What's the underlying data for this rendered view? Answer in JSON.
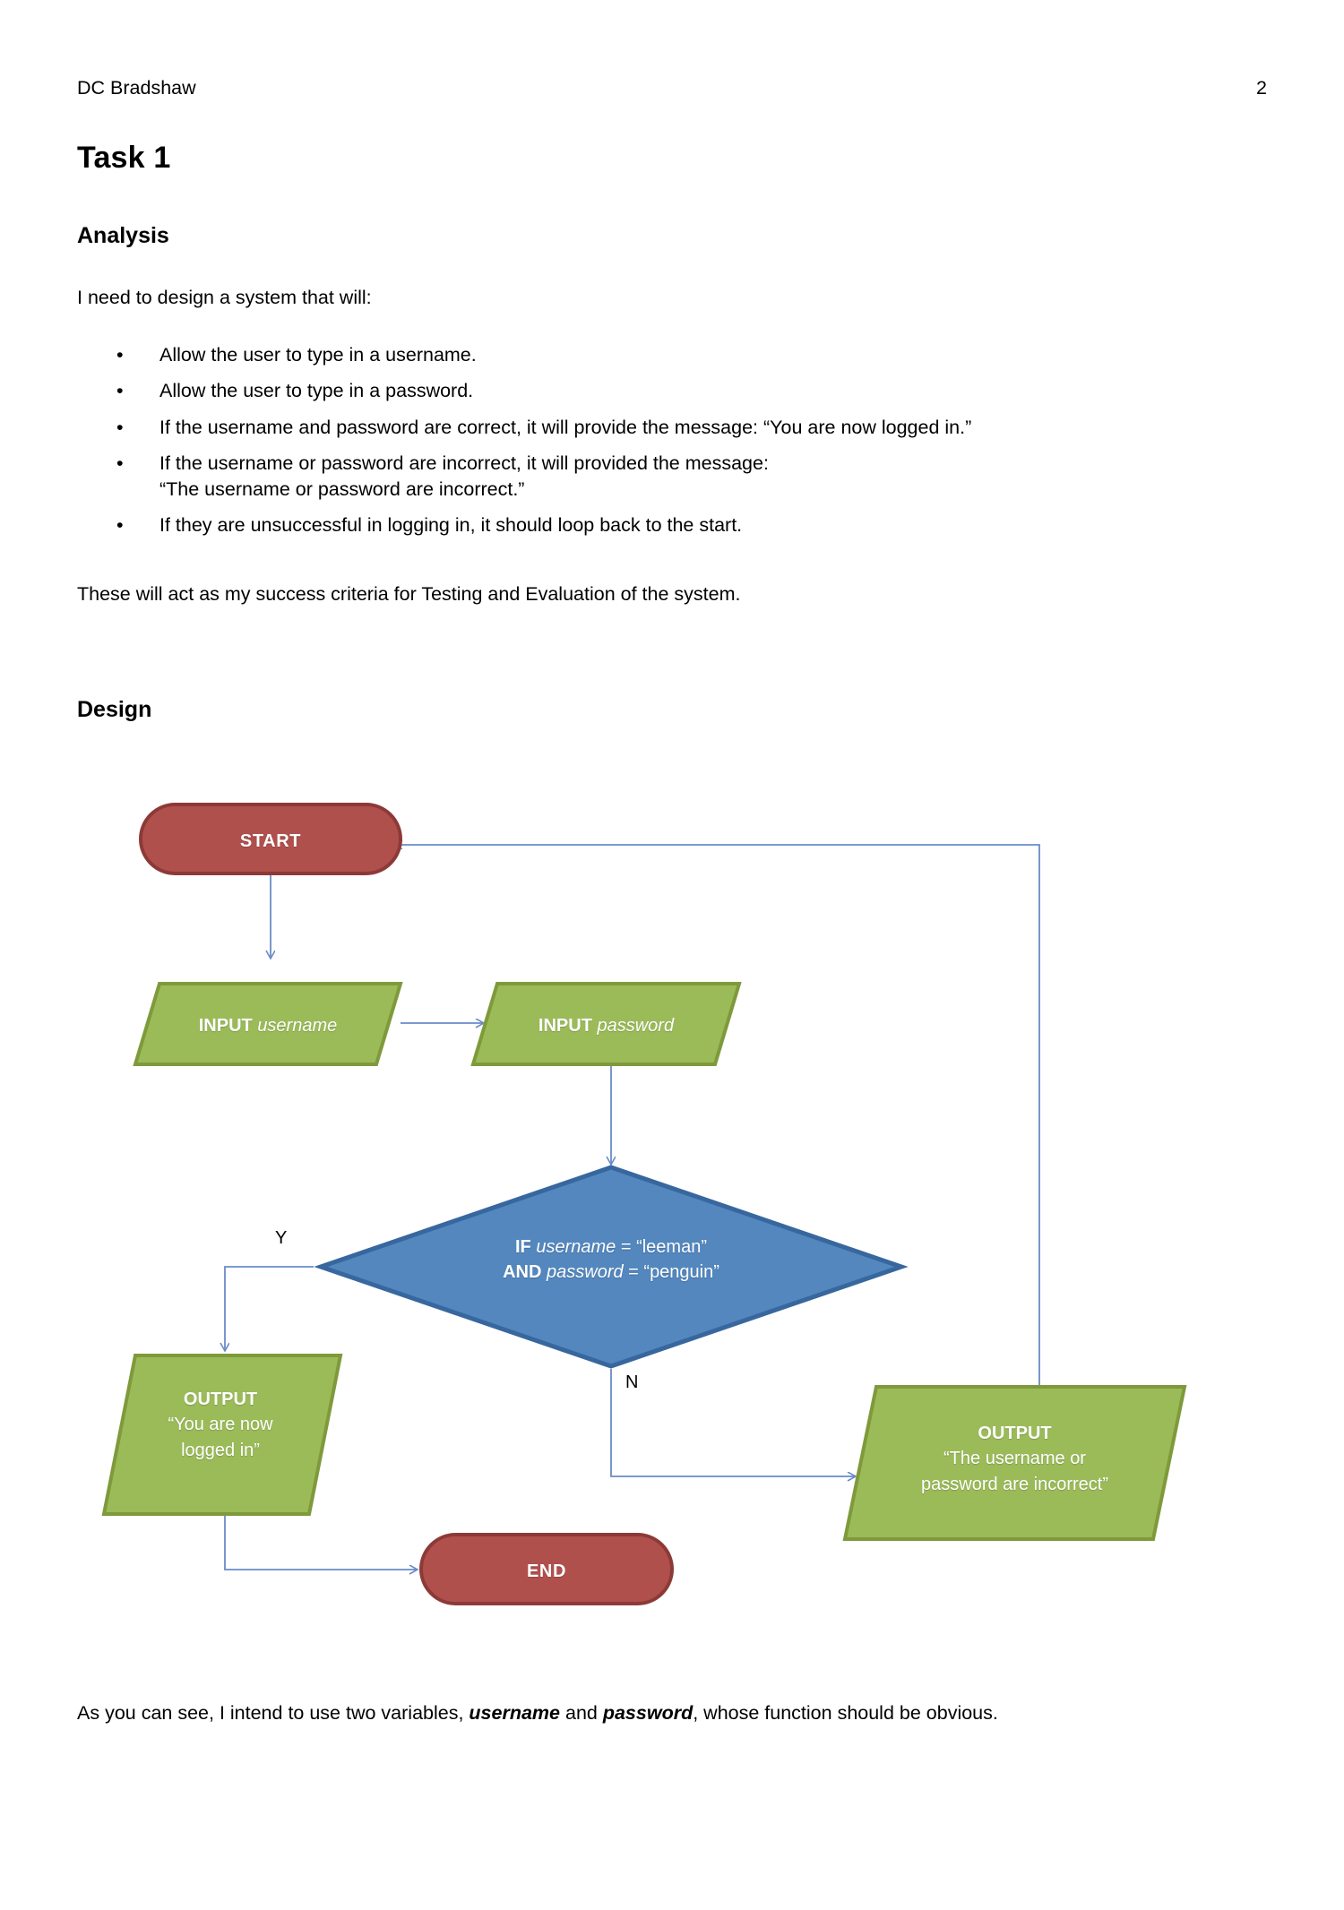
{
  "header": {
    "author": "DC Bradshaw",
    "page_number": "2"
  },
  "headings": {
    "title": "Task 1",
    "analysis": "Analysis",
    "design": "Design"
  },
  "analysis": {
    "intro": "I need to design a system that will:",
    "bullets": [
      "Allow the user to type in a username.",
      "Allow the user to type in a password.",
      "If the username and password are correct, it will provide the message: “You are now logged in.”",
      "If the username or password are incorrect, it will provided the message:",
      "If they are unsuccessful in logging in, it should loop back to the start."
    ],
    "bullet4_line2": "“The username or password are incorrect.”",
    "closing": "These will act as my success criteria for Testing and Evaluation of the system."
  },
  "footer": {
    "text_before": "As you can see, I intend to use two variables, ",
    "var1": "username",
    "text_mid": " and ",
    "var2": "password",
    "text_after": ", whose function should be obvious."
  },
  "flowchart": {
    "nodes": {
      "start": {
        "label": "START",
        "shape": "terminator",
        "fill": "#B0504D",
        "stroke": "#8C3A37"
      },
      "input_username": {
        "keyword": "INPUT",
        "variable": "username",
        "shape": "parallelogram",
        "fill": "#9BBB59",
        "stroke": "#7E9A3B"
      },
      "input_password": {
        "keyword": "INPUT",
        "variable": "password",
        "shape": "parallelogram",
        "fill": "#9BBB59",
        "stroke": "#7E9A3B"
      },
      "decision": {
        "line1_kw": "IF",
        "line1_var": "username",
        "line1_rest": " = “leeman”",
        "line2_kw": "AND",
        "line2_var": "password",
        "line2_rest": " = “penguin”",
        "shape": "diamond",
        "fill": "#5387BE",
        "stroke": "#37679E"
      },
      "output_success": {
        "keyword": "OUTPUT",
        "line1": "“You are now",
        "line2": "logged in”",
        "shape": "parallelogram",
        "fill": "#9BBB59",
        "stroke": "#7E9A3B"
      },
      "output_fail": {
        "keyword": "OUTPUT",
        "line1": "“The username or",
        "line2": "password are incorrect”",
        "shape": "parallelogram",
        "fill": "#9BBB59",
        "stroke": "#7E9A3B"
      },
      "end": {
        "label": "END",
        "shape": "terminator",
        "fill": "#B0504D",
        "stroke": "#8C3A37"
      }
    },
    "branch_labels": {
      "yes": "Y",
      "no": "N"
    },
    "connector_color": "#6A8CC7"
  }
}
